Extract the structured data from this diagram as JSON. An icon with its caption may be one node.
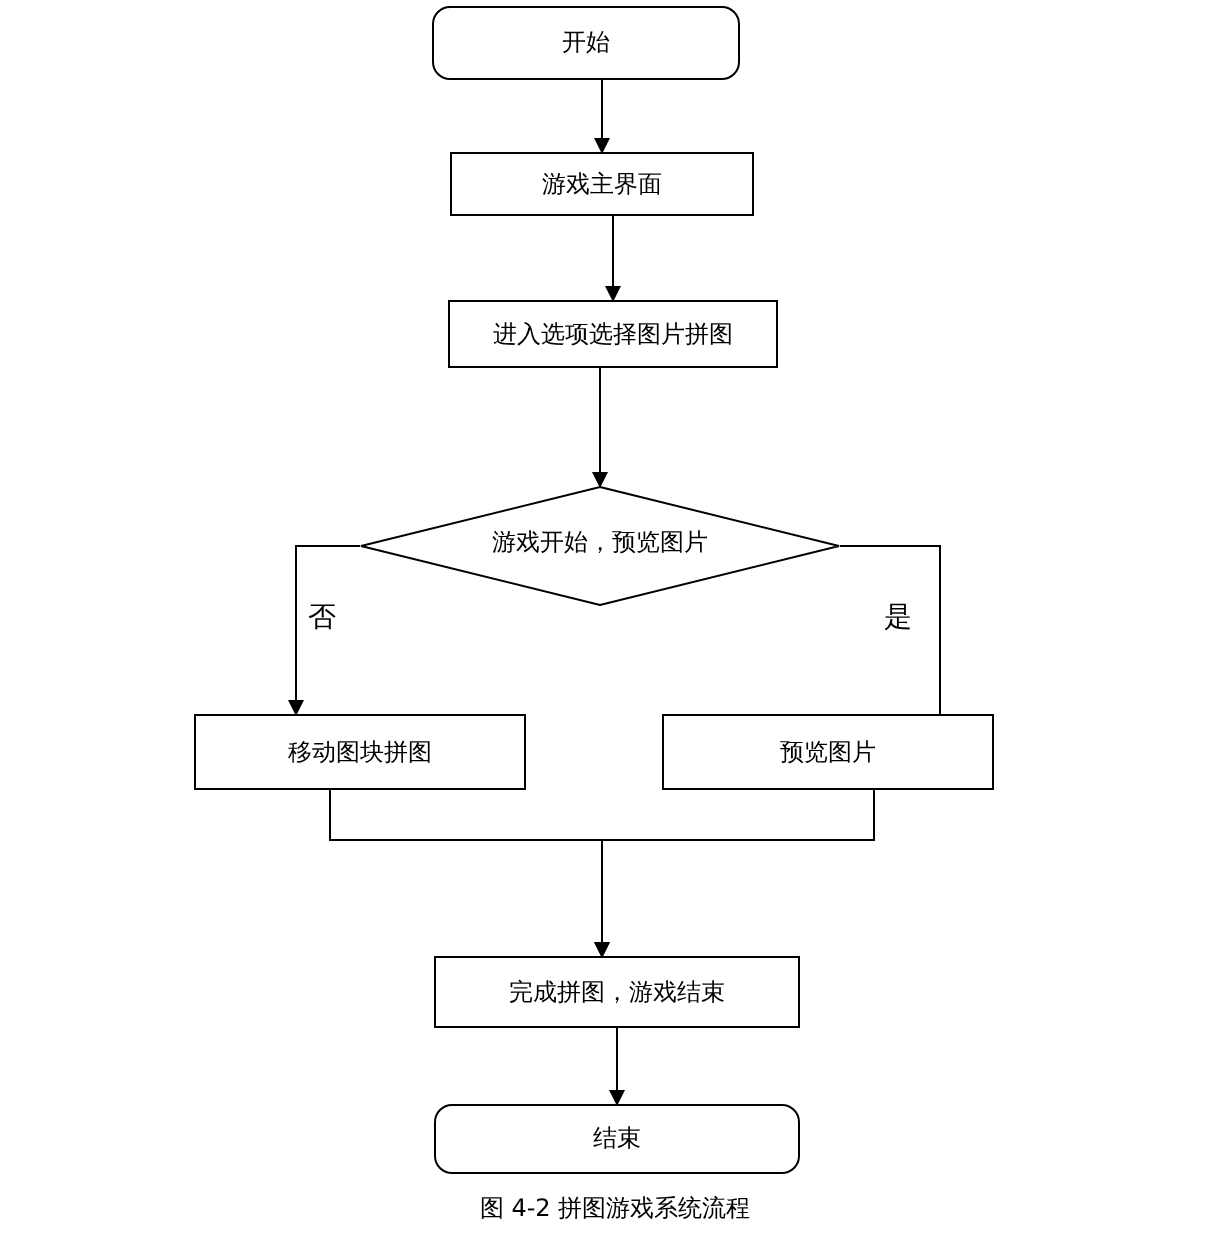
{
  "diagram": {
    "caption": "图 4-2 拼图游戏系统流程",
    "nodes": [
      {
        "text": [
          "开始"
        ]
      },
      {
        "text": [
          "游戏主界面"
        ]
      },
      {
        "text": [
          "进入选项选择图片拼图"
        ]
      },
      {
        "text": [
          "游戏开始，预览图片"
        ]
      },
      {
        "text": [
          "移动图块拼图"
        ]
      },
      {
        "text": [
          "预览图片"
        ]
      },
      {
        "text": [
          "完成拼图，游戏结束"
        ]
      },
      {
        "text": [
          "结束"
        ]
      }
    ],
    "edges": [
      {
        "from": 0,
        "to": 1,
        "arrow": "to"
      },
      {
        "from": 1,
        "to": 2,
        "arrow": "to"
      },
      {
        "from": 2,
        "to": 3,
        "arrow": "to"
      },
      {
        "from": 3,
        "to": 4,
        "arrow": "to"
      },
      {
        "from": 3,
        "to": 5,
        "arrow": "none"
      },
      {
        "from": 4,
        "to": 6,
        "arrow": "to"
      },
      {
        "from": 5,
        "to": 6,
        "arrow": "to"
      },
      {
        "from": 6,
        "to": 7,
        "arrow": "to"
      }
    ],
    "labels": [
      "否",
      "是"
    ]
  }
}
